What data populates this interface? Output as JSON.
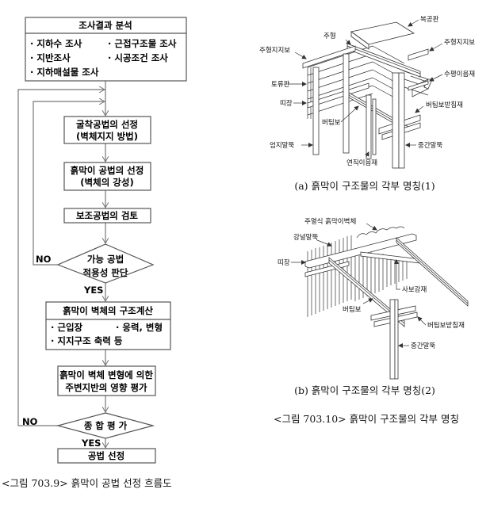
{
  "flowchart": {
    "analysis": {
      "title": "조사결과 분석",
      "items": [
        "· 지하수 조사",
        "· 근접구조물 조사",
        "· 지반조사",
        "· 시공조건 조사",
        "· 지하매설물 조사"
      ]
    },
    "step_excavation": [
      "굴착공법의 선정",
      "(벽체지지 방법)"
    ],
    "step_retaining": [
      "흙막이 공법의 선정",
      "(벽체의 강성)"
    ],
    "step_auxiliary": "보조공법의 검토",
    "decision_applicability": [
      "가능 공법",
      "적용성 판단"
    ],
    "structural_calc": {
      "title": "흙막이 벽체의 구조계산",
      "items": [
        "· 근입장",
        "· 응력, 변형",
        "· 지지구조 축력 등"
      ]
    },
    "step_influence": [
      "흙막이 벽체 변형에 의한",
      "주변지반의 영향 평가"
    ],
    "decision_overall": "종 합 평 가",
    "step_final": "공법 선정",
    "no_label": "NO",
    "yes_label": "YES",
    "caption": "<그림 703.9> 흙막이 공법 선정 흐름도"
  },
  "figure_a": {
    "labels": {
      "deck": "복공판",
      "main_beam": "주형",
      "main_beam_support_left": "주형지지보",
      "main_beam_support_right": "주형지지보",
      "horizontal_joint": "수평이음재",
      "lagging": "토류판",
      "wale": "띠장",
      "strut": "버팀보",
      "strut_bracket": "버팀보받침재",
      "soldier_pile": "엄지말뚝",
      "vertical_joint": "연직이음재",
      "middle_pile": "중간말뚝"
    },
    "caption": "(a) 흙막이 구조물의 각부 명칭(1)"
  },
  "figure_b": {
    "labels": {
      "cip_wall": "주열식 흙막이벽체",
      "sheet_pile": "강널말뚝",
      "wale": "띠장",
      "diagonal_brace": "사보강재",
      "strut": "버팀보",
      "strut_bracket": "버팀보받침재",
      "middle_pile": "중간말뚝"
    },
    "caption": "(b) 흙막이 구조물의 각부 명칭(2)"
  },
  "figure_caption": "<그림 703.10> 흙막이 구조물의 각부 명칭"
}
